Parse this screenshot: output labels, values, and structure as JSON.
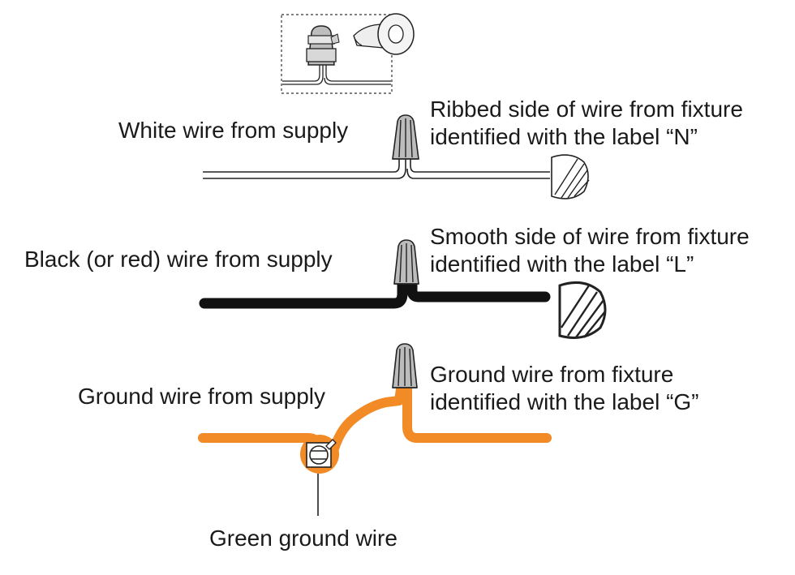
{
  "labels": {
    "white_supply": "White wire from supply",
    "white_fixture_line1": "Ribbed side of wire from fixture",
    "white_fixture_line2": "identified with the label “N”",
    "black_supply": "Black (or red) wire from supply",
    "black_fixture_line1": "Smooth side of wire from fixture",
    "black_fixture_line2": "identified with the label “L”",
    "ground_supply": "Ground wire from supply",
    "ground_fixture_line1": "Ground wire from fixture",
    "ground_fixture_line2": "identified with the label “G”",
    "green_ground": "Green ground wire"
  },
  "colors": {
    "ground_wire": "#f28a26",
    "black_wire": "#111111",
    "outline": "#222222"
  }
}
